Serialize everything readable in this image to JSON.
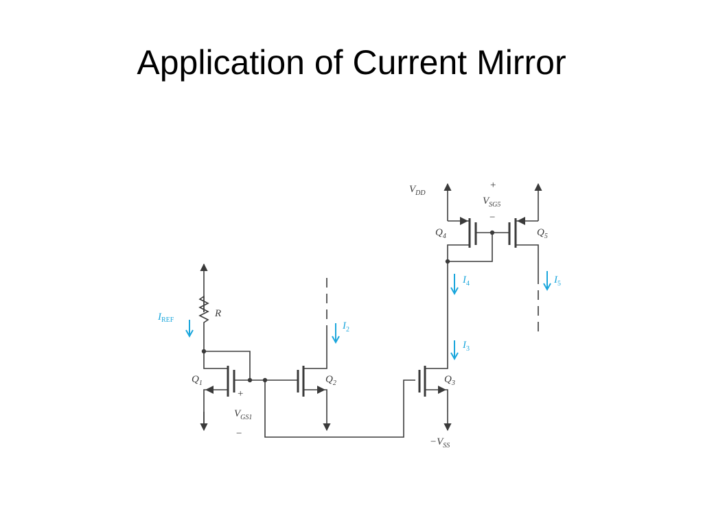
{
  "slide": {
    "title": "Application of Current Mirror"
  },
  "circuit": {
    "supplies": {
      "vdd": [
        "V",
        "DD"
      ],
      "vss": [
        "−V",
        "SS"
      ]
    },
    "resistor": "R",
    "transistors": {
      "q1": [
        "Q",
        "1"
      ],
      "q2": [
        "Q",
        "2"
      ],
      "q3": [
        "Q",
        "3"
      ],
      "q4": [
        "Q",
        "4"
      ],
      "q5": [
        "Q",
        "5"
      ]
    },
    "voltages": {
      "vgs1": {
        "plus": "+",
        "name": [
          "V",
          "GS1"
        ],
        "minus": "−"
      },
      "vsg5": {
        "plus": "+",
        "name": [
          "V",
          "SG5"
        ],
        "minus": "−"
      }
    },
    "currents": {
      "iref": [
        "I",
        "REF"
      ],
      "i2": [
        "I",
        "2"
      ],
      "i3": [
        "I",
        "3"
      ],
      "i4": [
        "I",
        "4"
      ],
      "i5": [
        "I",
        "5"
      ]
    },
    "colors": {
      "wire": "#3a3a3a",
      "current": "#1aa6dc"
    }
  }
}
